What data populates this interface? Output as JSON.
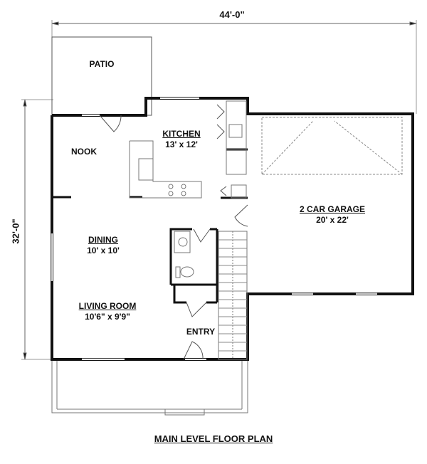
{
  "plan": {
    "title": "MAIN LEVEL FLOOR PLAN",
    "overall_width": "44'-0\"",
    "overall_depth": "32'-0\"",
    "rooms": {
      "patio": {
        "name": "PATIO"
      },
      "kitchen": {
        "name": "KITCHEN",
        "size": "13' x 12'"
      },
      "nook": {
        "name": "NOOK"
      },
      "garage": {
        "name": "2 CAR GARAGE",
        "size": "20' x 22'"
      },
      "dining": {
        "name": "DINING",
        "size": "10' x 10'"
      },
      "living": {
        "name": "LIVING ROOM",
        "size": "10'6\" x 9'9\""
      },
      "entry": {
        "name": "ENTRY"
      }
    }
  }
}
